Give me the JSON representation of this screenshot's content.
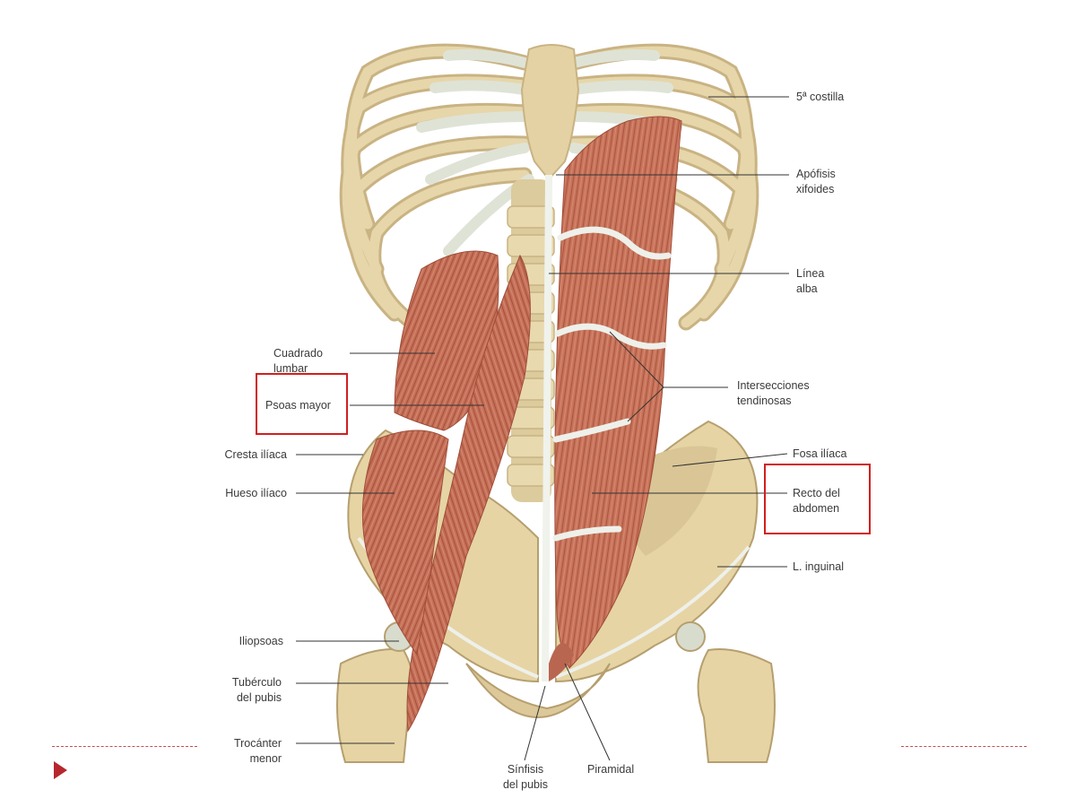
{
  "labels": {
    "costilla": "5ª costilla",
    "apofisis_1": "Apófisis",
    "apofisis_2": "xifoides",
    "linea_1": "Línea",
    "linea_2": "alba",
    "intersecciones_1": "Intersecciones",
    "intersecciones_2": "tendinosas",
    "fosa": "Fosa ilíaca",
    "recto_1": "Recto del",
    "recto_2": "abdomen",
    "inguinal": "L. inguinal",
    "cuadrado_1": "Cuadrado",
    "cuadrado_2": "lumbar",
    "psoas": "Psoas mayor",
    "cresta": "Cresta ilíaca",
    "hueso": "Hueso ilíaco",
    "iliopsoas": "Iliopsoas",
    "tuberculo_1": "Tubérculo",
    "tuberculo_2": "del pubis",
    "trocanter_1": "Trocánter",
    "trocanter_2": "menor",
    "sinfisis_1": "Sínfisis",
    "sinfisis_2": "del pubis",
    "piramidal": "Piramidal"
  },
  "colors": {
    "bone": "#e8d9ae",
    "bone_dark": "#c9b383",
    "cartilage": "#e9ecdf",
    "muscle": "#c8735a",
    "muscle_dark": "#a9543f",
    "tendon": "#eef0ea",
    "highlight": "#d21f1f",
    "accent": "#b5282d"
  },
  "icons": {
    "slide_marker": "play-triangle-icon"
  }
}
